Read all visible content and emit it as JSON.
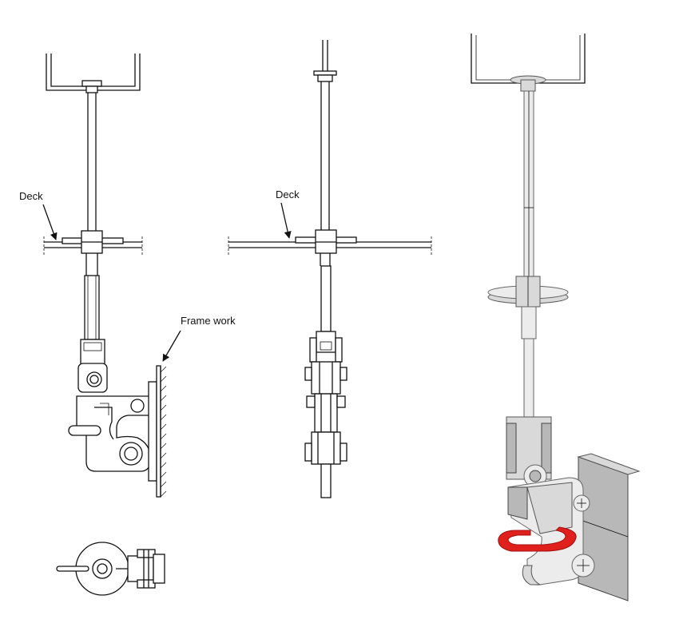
{
  "labels": {
    "deck_left": "Deck",
    "deck_center": "Deck",
    "frame_work": "Frame work"
  },
  "colors": {
    "line": "#111111",
    "shade_light": "#ececec",
    "shade_mid": "#d9d9d9",
    "shade_dark": "#b8b8b8",
    "highlight_red": "#e0201c"
  }
}
